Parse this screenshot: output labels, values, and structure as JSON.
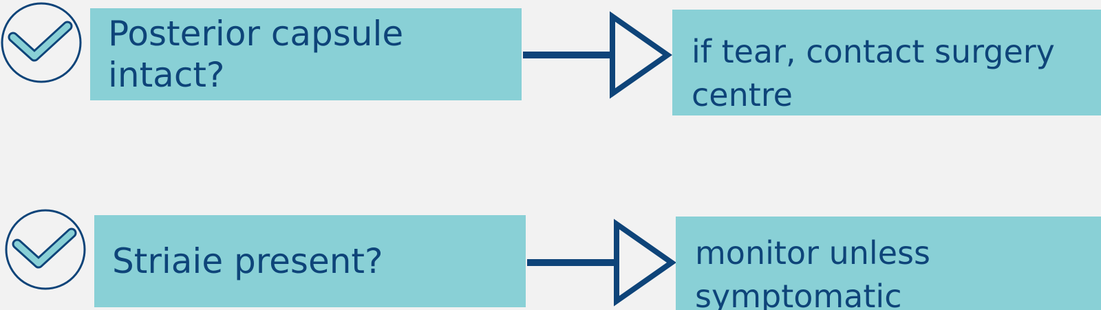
{
  "colors": {
    "background": "#f2f2f2",
    "box_fill": "#89d0d6",
    "text": "#0e4479",
    "stroke": "#0e4479"
  },
  "steps": [
    {
      "icon": "check-circle-icon",
      "question": "Posterior capsule intact?",
      "result": "if tear, contact surgery centre"
    },
    {
      "icon": "check-circle-icon",
      "question": "Striaie present?",
      "result": "monitor unless symptomatic"
    }
  ]
}
